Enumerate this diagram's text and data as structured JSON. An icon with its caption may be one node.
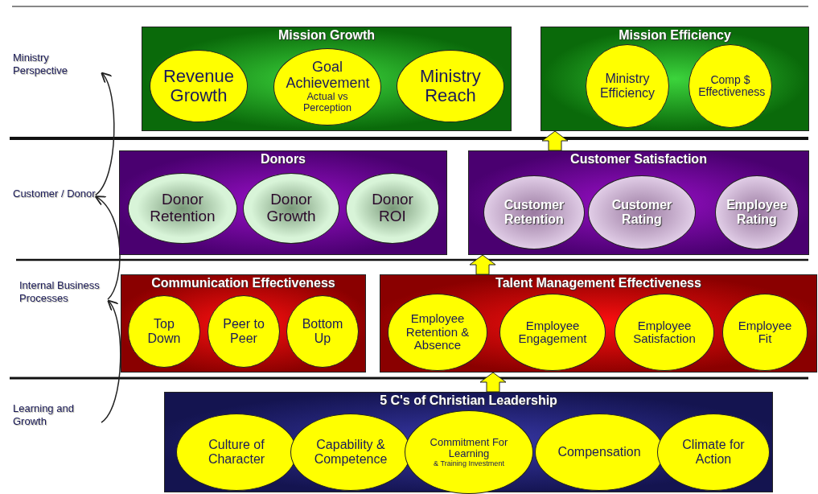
{
  "diagram": {
    "nodes": [
      {
        "text": [
          "Mission Growth"
        ]
      },
      {
        "text": [
          "Revenue Growth"
        ],
        "in": 0
      },
      {
        "text": [
          "Goal Achievement",
          "Actual vs Perception"
        ],
        "in": 0
      },
      {
        "text": [
          "Ministry Reach"
        ],
        "in": 0
      },
      {
        "text": [
          "Mission Efficiency"
        ]
      },
      {
        "text": [
          "Ministry Efficiency"
        ],
        "in": 4
      },
      {
        "text": [
          "Comp $ Effectiveness"
        ],
        "in": 4
      },
      {
        "text": [
          "Donors"
        ]
      },
      {
        "text": [
          "Donor Retention"
        ],
        "in": 7
      },
      {
        "text": [
          "Donor Growth"
        ],
        "in": 7
      },
      {
        "text": [
          "Donor ROI"
        ],
        "in": 7
      },
      {
        "text": [
          "Customer Satisfaction"
        ]
      },
      {
        "text": [
          "Customer Retention"
        ],
        "in": 11
      },
      {
        "text": [
          "Customer Rating"
        ],
        "in": 11
      },
      {
        "text": [
          "Employee Rating"
        ],
        "in": 11
      },
      {
        "text": [
          "Communication Effectiveness"
        ]
      },
      {
        "text": [
          "Top Down"
        ],
        "in": 15
      },
      {
        "text": [
          "Peer to Peer"
        ],
        "in": 15
      },
      {
        "text": [
          "Bottom Up"
        ],
        "in": 15
      },
      {
        "text": [
          "Talent Management Effectiveness"
        ]
      },
      {
        "text": [
          "Employee Retention & Absence"
        ],
        "in": 19
      },
      {
        "text": [
          "Employee Engagement"
        ],
        "in": 19
      },
      {
        "text": [
          "Employee Satisfaction"
        ],
        "in": 19
      },
      {
        "text": [
          "Employee Fit"
        ],
        "in": 19
      },
      {
        "text": [
          "5 C's of Christian Leadership"
        ]
      },
      {
        "text": [
          "Culture of Character"
        ],
        "in": 24
      },
      {
        "text": [
          "Capability & Competence"
        ],
        "in": 24
      },
      {
        "text": [
          "Commitment For Learning",
          "& Training Investment"
        ],
        "in": 24
      },
      {
        "text": [
          "Compensation"
        ],
        "in": 24
      },
      {
        "text": [
          "Climate for Action"
        ],
        "in": 24
      },
      {
        "text": [
          "Ministry Perspective"
        ]
      },
      {
        "text": [
          "Customer / Donor"
        ]
      },
      {
        "text": [
          "Internal Business Processes"
        ]
      },
      {
        "text": [
          "Learning and Growth"
        ]
      }
    ],
    "edges": [
      {
        "from": 24,
        "to": 19,
        "arrow": "to",
        "style": "thick",
        "color": "#ffff00"
      },
      {
        "from": 19,
        "to": 11,
        "arrow": "to",
        "style": "thick",
        "color": "#ffff00"
      },
      {
        "from": 11,
        "to": 4,
        "arrow": "to",
        "style": "thick",
        "color": "#ffff00"
      },
      {
        "from": 33,
        "to": 32,
        "arrow": "to",
        "color": "#222222"
      },
      {
        "from": 32,
        "to": 31,
        "arrow": "to",
        "color": "#222222"
      },
      {
        "from": 31,
        "to": 30,
        "arrow": "to",
        "color": "#222222"
      }
    ]
  }
}
